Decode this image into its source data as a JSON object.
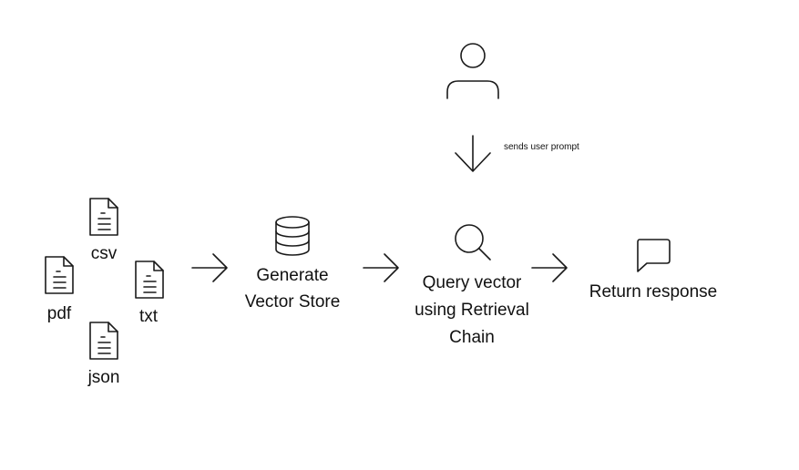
{
  "files": {
    "csv": "csv",
    "pdf": "pdf",
    "txt": "txt",
    "json": "json"
  },
  "steps": {
    "generate_line1": "Generate",
    "generate_line2": "Vector Store",
    "query_line1": "Query vector",
    "query_line2": "using Retrieval",
    "query_line3": "Chain",
    "return": "Return response"
  },
  "user_prompt_label": "sends user prompt",
  "icons": {
    "file": "document-icon",
    "database": "database-icon",
    "search": "search-icon",
    "user": "user-icon",
    "response": "chat-bubble-icon",
    "arrow": "arrow-icon"
  },
  "colors": {
    "stroke": "#1a1a1a",
    "background": "#ffffff"
  }
}
